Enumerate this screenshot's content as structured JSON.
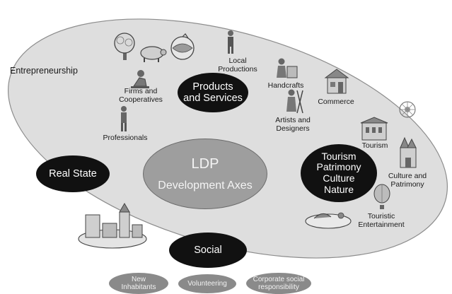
{
  "outer_label": "Entrepreneurship",
  "center": {
    "line1": "LDP",
    "line2": "Development Axes"
  },
  "axes": {
    "products": [
      "Products",
      "and Services"
    ],
    "real_state": "Real State",
    "tourism": [
      "Tourism",
      "Patrimony",
      "Culture",
      "Nature"
    ],
    "social": "Social"
  },
  "labels": {
    "local_productions": [
      "Local",
      "Productions"
    ],
    "firms": [
      "Firms and",
      "Cooperatives"
    ],
    "professionals": "Professionals",
    "handcrafts": "Handcrafts",
    "commerce": "Commerce",
    "artists": [
      "Artists and",
      "Designers"
    ],
    "tourism_small": "Tourism",
    "culture_patrimony": [
      "Culture and",
      "Patrimony"
    ],
    "touristic": [
      "Touristic",
      "Entertainment"
    ]
  },
  "social_items": [
    [
      "New",
      "Inhabitants"
    ],
    [
      "Volunteering"
    ],
    [
      "Corporate social",
      "responsibility"
    ]
  ],
  "colors": {
    "ellipse_fill": "#dedede",
    "dark_oval": "#111111",
    "center_fill": "#9e9e9e",
    "pill_fill": "#8a8a8a"
  },
  "icons": [
    "tree-icon",
    "pig-icon",
    "globe-icon",
    "worker-icon",
    "farmer-icon",
    "person-icon",
    "craftsman-icon",
    "shop-icon",
    "painter-icon",
    "flower-icon",
    "building-icon",
    "church-icon",
    "balloon-icon",
    "island-icon",
    "village-icon"
  ]
}
